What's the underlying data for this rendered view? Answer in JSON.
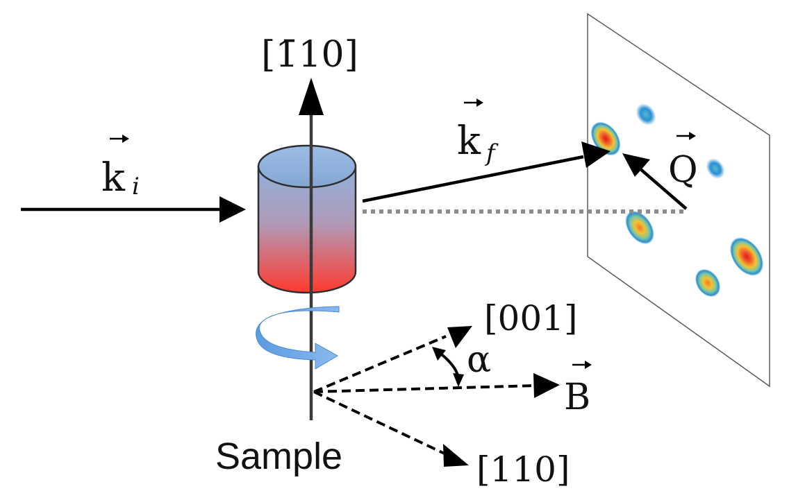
{
  "labels": {
    "incident_wavevector": "k",
    "incident_subscript": "i",
    "scattered_wavevector": "k",
    "scattered_subscript": "f",
    "scattering_vector": "Q",
    "vertical_axis": "[1̄10]",
    "axis_001": "[001]",
    "axis_110": "[110]",
    "field": "B",
    "angle": "α",
    "sample": "Sample"
  },
  "colors": {
    "line": "#000000",
    "axis_line": "#3a3a3a",
    "projection_dotted": "#8c8c8c",
    "cylinder_top": "#8fb1dc",
    "cylinder_bottom": "#ff3a2e",
    "rotation_arrow": "#5b9be0",
    "detector_border": "#5a5a5a"
  },
  "icons": {
    "rotation": "rotation-arrow-icon",
    "vector_hat": "vector-arrow-icon"
  },
  "detector_spots": [
    {
      "name": "bragg-spot-1",
      "intensity": 0.35
    },
    {
      "name": "bragg-spot-2",
      "intensity": 1.0
    },
    {
      "name": "bragg-spot-3",
      "intensity": 0.4
    },
    {
      "name": "bragg-spot-4",
      "intensity": 0.85
    },
    {
      "name": "bragg-spot-5",
      "intensity": 1.0
    },
    {
      "name": "bragg-spot-6",
      "intensity": 0.75
    }
  ]
}
